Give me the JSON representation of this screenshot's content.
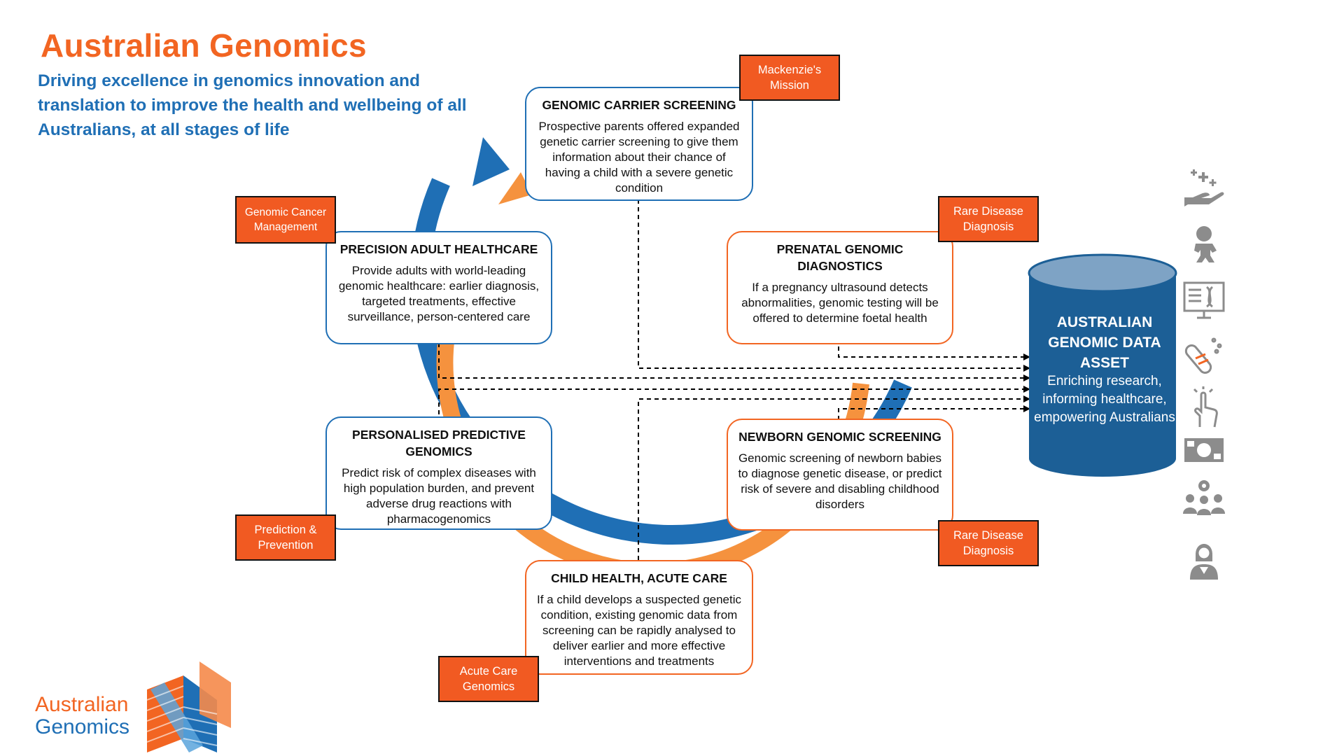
{
  "header": {
    "title": "Australian Genomics",
    "subtitle": "Driving excellence in genomics innovation and translation to improve the health and wellbeing of all Australians, at all stages of life"
  },
  "colors": {
    "brand_orange": "#f26522",
    "brand_blue": "#1f6fb5",
    "tag_orange": "#f15a22",
    "cylinder_blue": "#1c5f96",
    "cylinder_top": "#7ea3c5",
    "icon_gray": "#8c8c8c"
  },
  "cards": {
    "carrier": {
      "title": "GENOMIC CARRIER SCREENING",
      "text": "Prospective parents offered expanded genetic carrier screening to give them information about their  chance of having a child with a severe genetic condition"
    },
    "prenatal": {
      "title": "PRENATAL GENOMIC DIAGNOSTICS",
      "text": "If a pregnancy ultrasound detects abnormalities, genomic testing will be offered to determine foetal health"
    },
    "newborn": {
      "title": "NEWBORN GENOMIC SCREENING",
      "text": "Genomic screening of newborn babies to diagnose genetic disease, or predict risk of severe and disabling childhood disorders"
    },
    "child": {
      "title": "CHILD HEALTH, ACUTE CARE",
      "text": "If a child develops a suspected genetic condition, existing genomic data from screening can be rapidly analysed to deliver earlier and more effective interventions and treatments"
    },
    "predictive": {
      "title": "PERSONALISED PREDICTIVE GENOMICS",
      "text": "Predict risk of complex diseases with high population burden,  and prevent adverse drug reactions with pharmacogenomics"
    },
    "adult": {
      "title": "PRECISION ADULT HEALTHCARE",
      "text": "Provide adults with world-leading genomic healthcare: earlier diagnosis, targeted treatments, effective surveillance, person-centered care"
    }
  },
  "tags": {
    "mackenzie": "Mackenzie's Mission",
    "cancer": "Genomic Cancer Management",
    "rare1": "Rare Disease Diagnosis",
    "rare2": "Rare Disease Diagnosis",
    "prediction": "Prediction & Prevention",
    "acute": "Acute Care Genomics"
  },
  "data_asset": {
    "title": "AUSTRALIAN GENOMIC DATA ASSET",
    "description": "Enriching research, informing healthcare, empowering Australians"
  },
  "icons": [
    "hand-medical-icon",
    "baby-icon",
    "monitor-dna-icon",
    "dna-test-tube-icon",
    "touch-hand-icon",
    "money-icon",
    "team-gear-icon",
    "doctor-icon"
  ],
  "logo": {
    "line1": "Australian",
    "line2": "Genomics"
  }
}
